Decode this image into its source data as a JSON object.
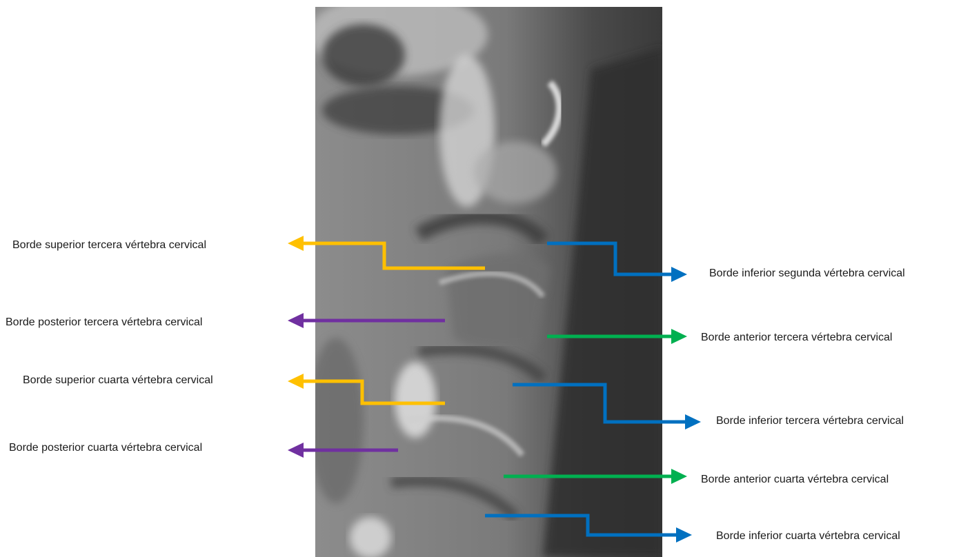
{
  "colors": {
    "yellow": "#ffc000",
    "purple": "#7030a0",
    "blue": "#0070c0",
    "green": "#00b050",
    "label_text": "#1a1a1a"
  },
  "image": {
    "icon": "cervical-spine-xray-image"
  },
  "annotations": {
    "left": [
      {
        "text": "Borde superior tercera vértebra cervical",
        "color": "yellow"
      },
      {
        "text": "Borde posterior tercera vértebra cervical",
        "color": "purple"
      },
      {
        "text": "Borde superior cuarta vértebra cervical",
        "color": "yellow"
      },
      {
        "text": "Borde posterior cuarta vértebra cervical",
        "color": "purple"
      }
    ],
    "right": [
      {
        "text": "Borde inferior segunda vértebra cervical",
        "color": "blue"
      },
      {
        "text": "Borde anterior tercera vértebra cervical",
        "color": "green"
      },
      {
        "text": "Borde inferior tercera vértebra cervical",
        "color": "blue"
      },
      {
        "text": "Borde anterior cuarta vértebra cervical",
        "color": "green"
      },
      {
        "text": "Borde inferior cuarta vértebra cervical",
        "color": "blue"
      }
    ]
  }
}
